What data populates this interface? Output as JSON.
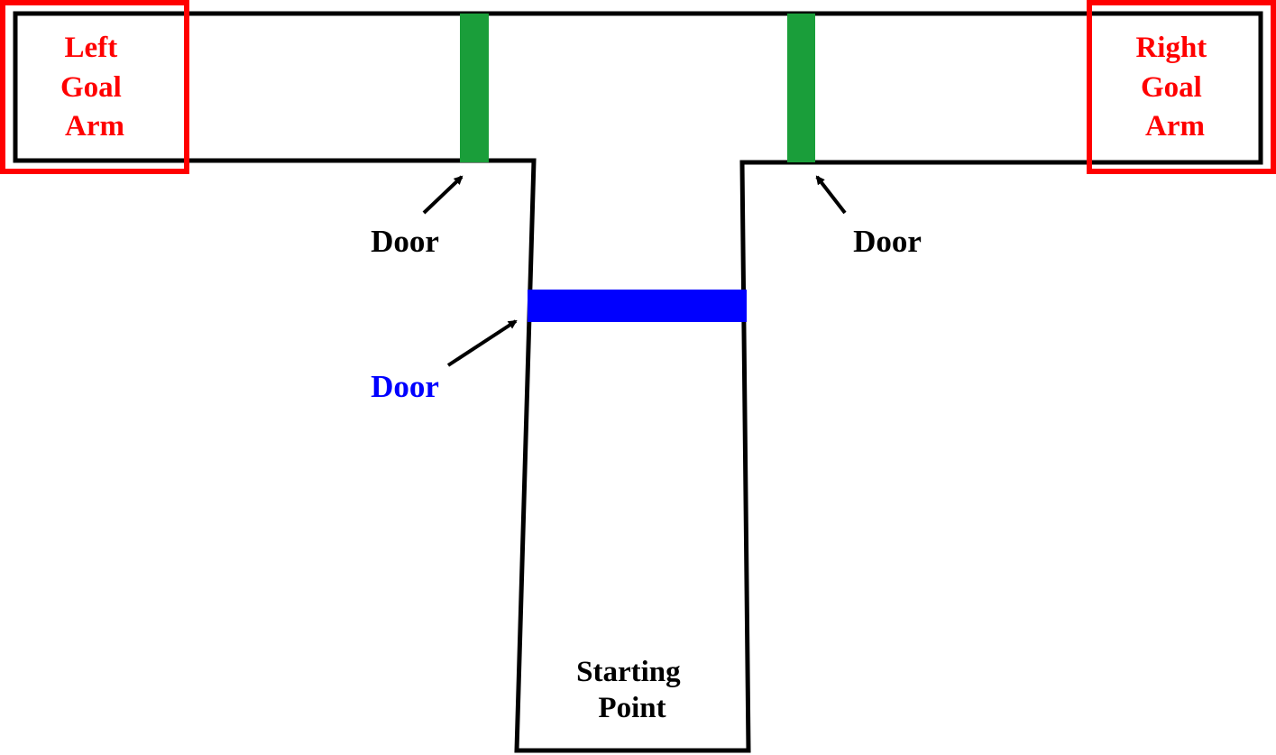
{
  "colors": {
    "wall": "#000000",
    "goal_box": "#ff0000",
    "goal_text": "#ff0000",
    "side_door": "#1a9e3a",
    "main_door": "#0000ff",
    "main_door_text": "#0000ff",
    "label_text": "#000000",
    "background": "#ffffff"
  },
  "goal_arms": {
    "left": {
      "lines": [
        "Left",
        "Goal",
        "Arm"
      ]
    },
    "right": {
      "lines": [
        "Right",
        "Goal",
        "Arm"
      ]
    }
  },
  "doors": {
    "left_label": "Door",
    "right_label": "Door",
    "main_label": "Door"
  },
  "start": {
    "lines": [
      "Starting",
      "Point"
    ]
  },
  "icons": {
    "pointer": "arrow-icon"
  }
}
